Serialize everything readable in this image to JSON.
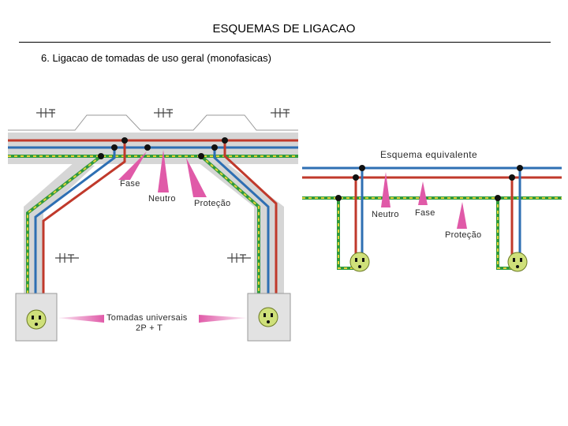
{
  "header": {
    "title": "ESQUEMAS DE LIGACAO",
    "subtitle": "6. Ligacao de tomadas de uso geral (monofasicas)"
  },
  "diagram_left": {
    "labels": {
      "fase": "Fase",
      "neutro": "Neutro",
      "protecao": "Proteção",
      "tomadas_line1": "Tomadas universais",
      "tomadas_line2": "2P + T"
    }
  },
  "diagram_right": {
    "labels": {
      "heading": "Esquema equivalente",
      "neutro": "Neutro",
      "fase": "Fase",
      "protecao": "Proteção"
    }
  },
  "colors": {
    "fase": "#c0392b",
    "neutro": "#2e6fb3",
    "protecao_green": "#2f9a3c",
    "protecao_yellow": "#e6d23a",
    "conduit": "#c9c9c9",
    "pointer": "#e05aa8"
  }
}
